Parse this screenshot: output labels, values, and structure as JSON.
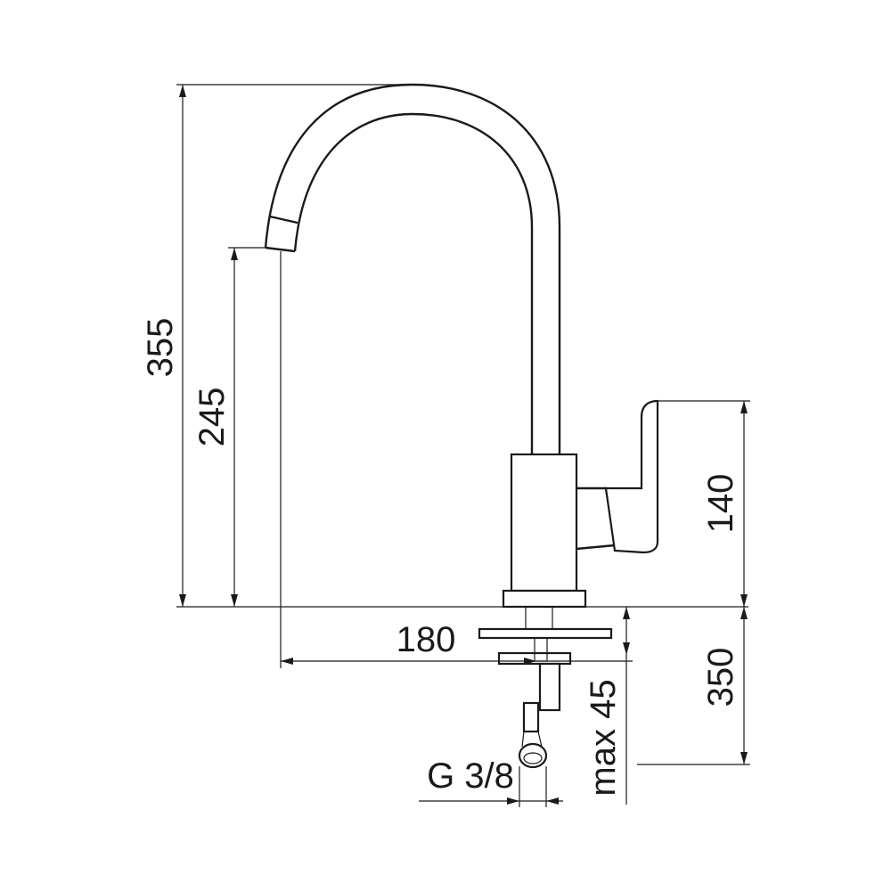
{
  "diagram": {
    "colors": {
      "line": "#1a1a1a",
      "background": "#ffffff"
    },
    "dimensions": {
      "total_height": "355",
      "spout_height": "245",
      "handle_height": "140",
      "spout_reach": "180",
      "hose_length": "350",
      "deck_thickness": "max 45",
      "thread": "G 3/8"
    }
  }
}
